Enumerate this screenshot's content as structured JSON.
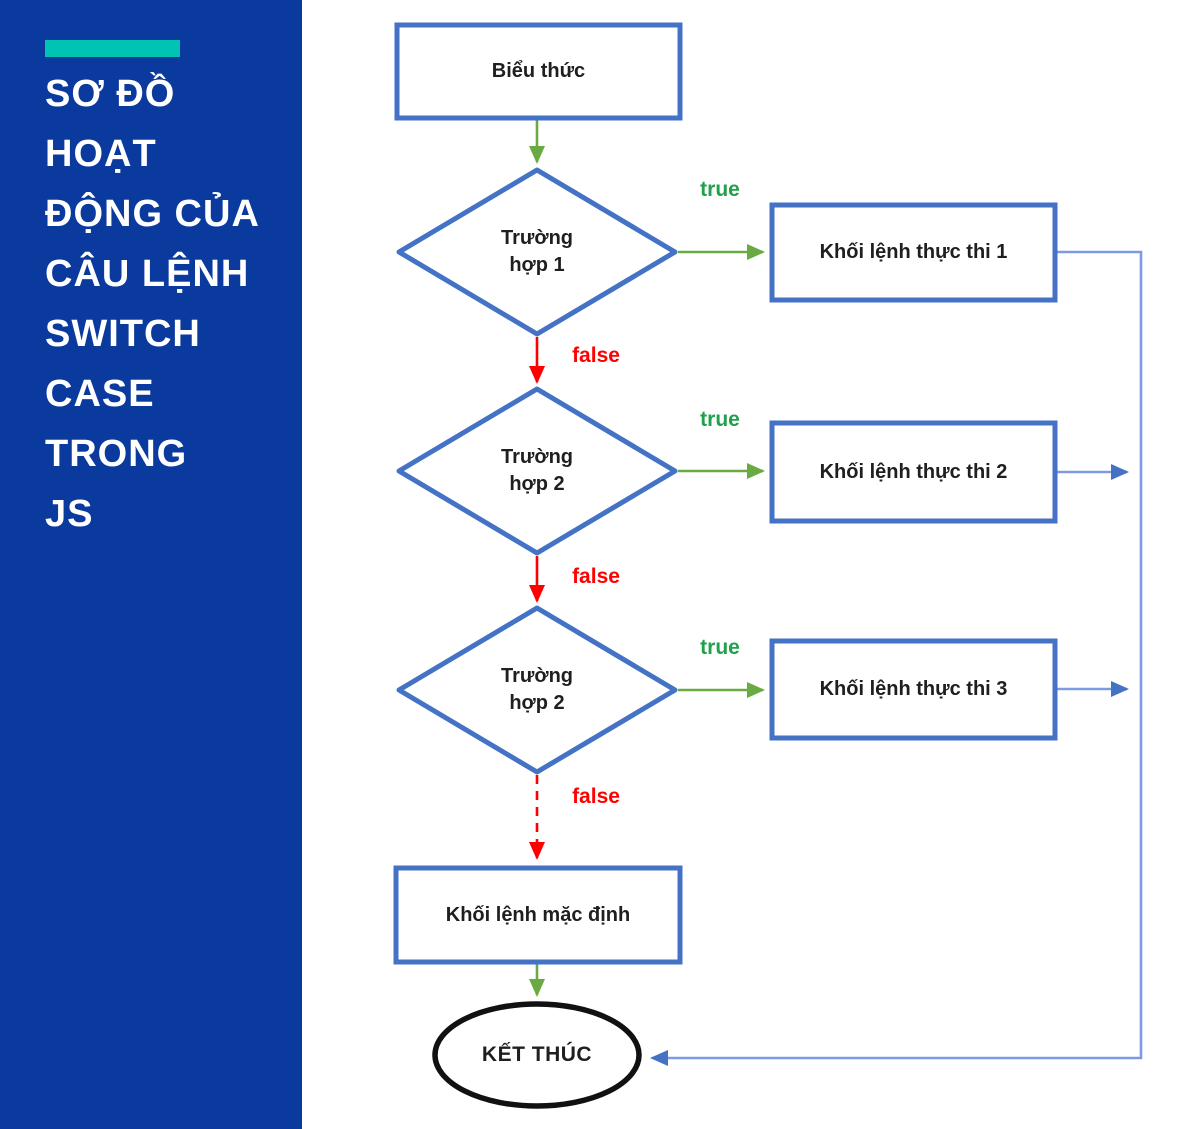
{
  "sidebar": {
    "lines": [
      "SƠ ĐỒ",
      "HOẠT",
      "ĐỘNG CỦA",
      "CÂU LỆNH",
      "SWITCH",
      "CASE",
      "TRONG",
      "JS"
    ],
    "background_color": "#0a3a9d",
    "accent_color": "#00c3b3"
  },
  "flowchart": {
    "start_label": "Biểu thức",
    "decisions": [
      {
        "label": "Trường hợp 1"
      },
      {
        "label": "Trường hợp 2"
      },
      {
        "label": "Trường hợp 2"
      }
    ],
    "actions": [
      {
        "label": "Khối lệnh thực thi 1"
      },
      {
        "label": "Khối lệnh thực thi 2"
      },
      {
        "label": "Khối lệnh thực thi 3"
      }
    ],
    "default_label": "Khối lệnh mặc định",
    "end_label": "KẾT THÚC",
    "branch_true": "true",
    "branch_false": "false",
    "colors": {
      "node_border": "#4472c4",
      "end_border": "#111111",
      "true_text": "#21a14c",
      "false_text": "#fe0000",
      "green_arrow": "#6aaa43",
      "red_arrow": "#fe0000",
      "blue_connector_line": "#7c9be0",
      "blue_arrowhead": "#4472c4"
    }
  }
}
